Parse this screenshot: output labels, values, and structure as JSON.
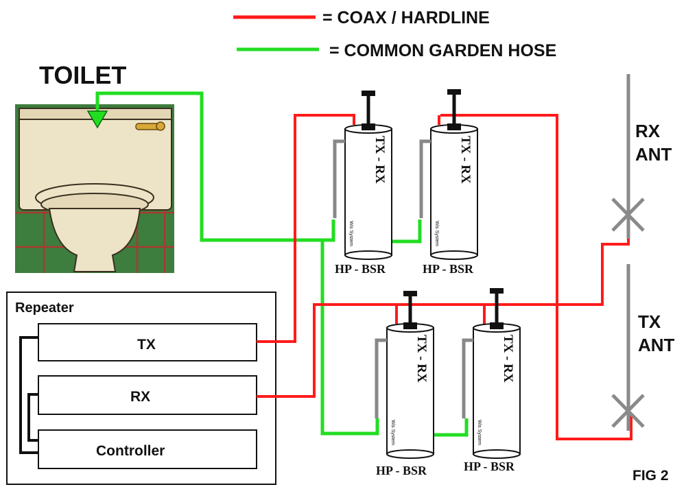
{
  "legend": {
    "coax_label": "= COAX / HARDLINE",
    "hose_label": "= COMMON GARDEN HOSE"
  },
  "toilet_label": "TOILET",
  "repeater": {
    "title": "Repeater",
    "tx_label": "TX",
    "rx_label": "RX",
    "controller_label": "Controller"
  },
  "cavity_label": "TX - RX",
  "cavity_small_label": "Wis System",
  "cavity_bottom_label": "HP - BSR",
  "antennas": {
    "rx_line1": "RX",
    "rx_line2": "ANT",
    "tx_line1": "TX",
    "tx_line2": "ANT"
  },
  "figure_label": "FIG 2",
  "colors": {
    "coax": "#ff1a1a",
    "hose": "#22dd22",
    "antenna": "#8a8a8a",
    "wall_green": "#3a7a3a",
    "toilet_body": "#ede3c6"
  }
}
